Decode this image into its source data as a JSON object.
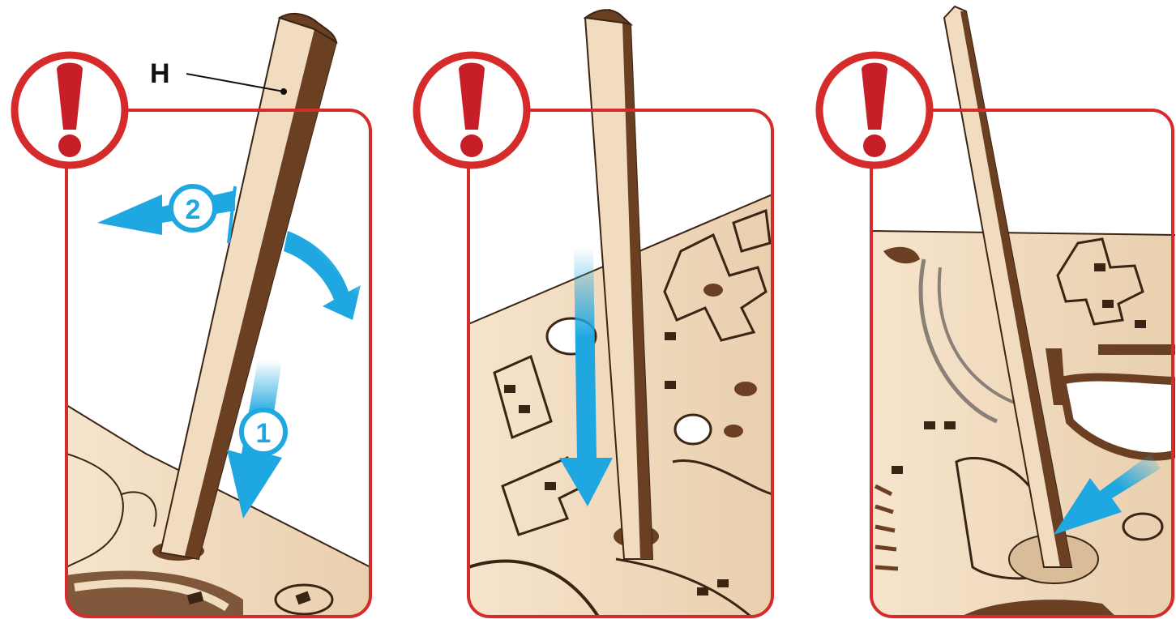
{
  "panels": [
    {
      "step_labels": [
        "1",
        "2"
      ],
      "part_label": "H"
    },
    {
      "step_labels": []
    },
    {
      "step_labels": []
    }
  ],
  "colors": {
    "frame": "#d62b2b",
    "warning": "#c81e28",
    "arrow": "#1ea7e1",
    "wood": "#f1dcc0",
    "wood_edge": "#6b3f22",
    "wood_line": "#3a2414"
  },
  "icons": [
    "warning-icon",
    "arrow-icon"
  ]
}
